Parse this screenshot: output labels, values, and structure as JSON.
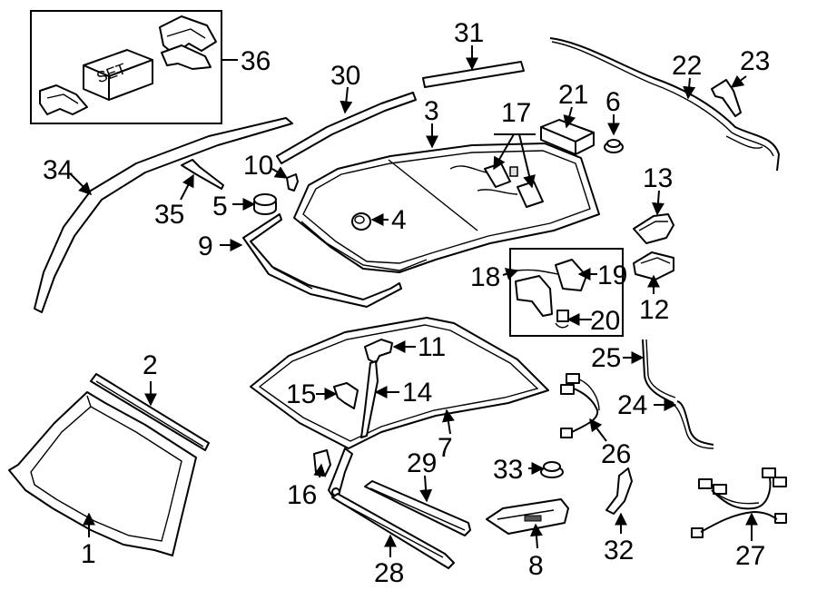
{
  "set_label": "SET",
  "callouts": {
    "c1": "1",
    "c2": "2",
    "c3": "3",
    "c4": "4",
    "c5": "5",
    "c6": "6",
    "c7": "7",
    "c8": "8",
    "c9": "9",
    "c10": "10",
    "c11": "11",
    "c12": "12",
    "c13": "13",
    "c14": "14",
    "c15": "15",
    "c16": "16",
    "c17": "17",
    "c18": "18",
    "c19": "19",
    "c20": "20",
    "c21": "21",
    "c22": "22",
    "c23": "23",
    "c24": "24",
    "c25": "25",
    "c26": "26",
    "c27": "27",
    "c28": "28",
    "c29": "29",
    "c30": "30",
    "c31": "31",
    "c32": "32",
    "c33": "33",
    "c34": "34",
    "c35": "35",
    "c36": "36"
  },
  "colors": {
    "ink": "#000000",
    "background": "#ffffff",
    "shading": "#e2e2e2"
  }
}
